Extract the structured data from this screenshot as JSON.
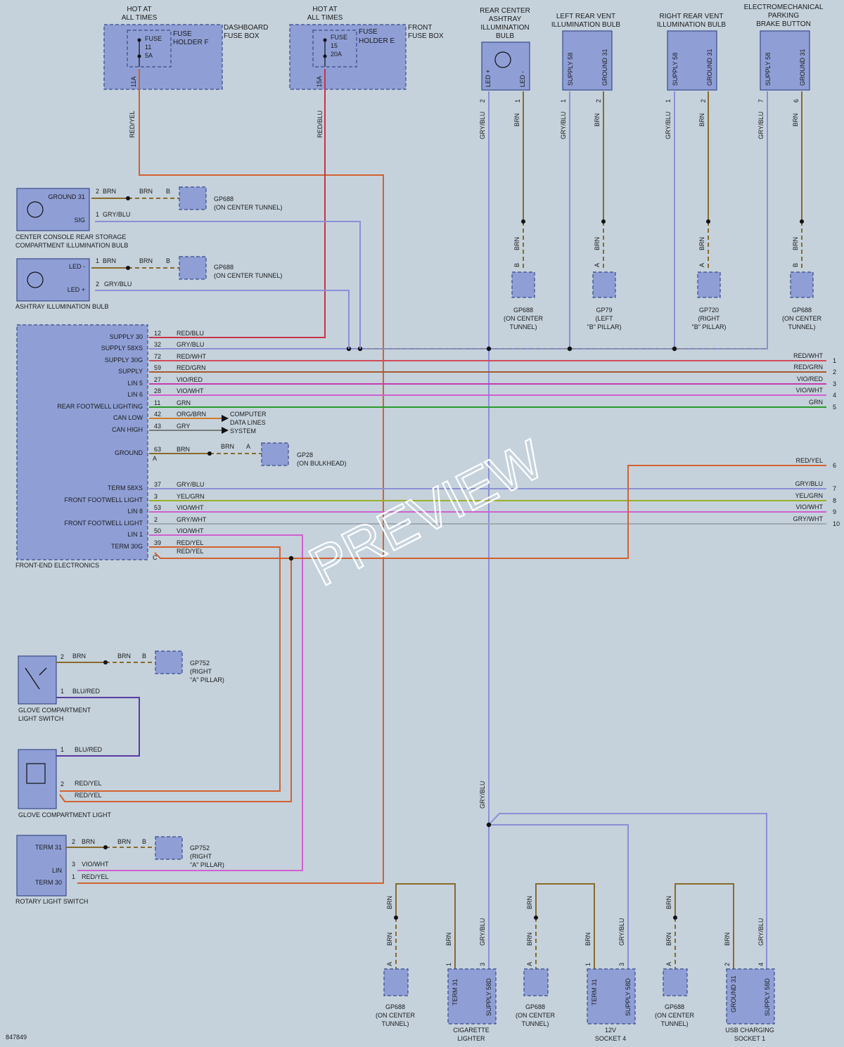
{
  "diagram_id": "847849",
  "watermark": "PREVIEW",
  "colors": {
    "background": "#c5d2dc",
    "component_fill": "#8f9fd6",
    "RED/YEL": "#d2622f",
    "RED/BLU": "#c8324a",
    "GRY/BLU": "#8b8fd6",
    "BRN": "#8a6a2a",
    "RED/WHT": "#d24a5a",
    "RED/GRN": "#a85a30",
    "VIO/RED": "#c63ab0",
    "VIO/WHT": "#d060d0",
    "GRN": "#2a9a2a",
    "ORG/BRN": "#d07a2a",
    "GRY": "#7a7a7a",
    "YEL/GRN": "#9ab02a",
    "GRY/WHT": "#a0a8b0",
    "BLU/RED": "#5a3aa0"
  },
  "top": {
    "hot1": [
      "HOT AT",
      "ALL TIMES"
    ],
    "fuse1": {
      "box": [
        "DASHBOARD",
        "FUSE BOX"
      ],
      "holder": [
        "FUSE",
        "HOLDER F"
      ],
      "fuse": [
        "FUSE",
        "11",
        "5A"
      ],
      "pin": "11A"
    },
    "hot2": [
      "HOT AT",
      "ALL TIMES"
    ],
    "fuse2": {
      "box": [
        "FRONT",
        "FUSE BOX"
      ],
      "holder": [
        "FUSE",
        "HOLDER E"
      ],
      "fuse": [
        "FUSE",
        "15",
        "20A"
      ],
      "pin": "15A"
    },
    "ashtray_bulb": {
      "title": [
        "REAR CENTER",
        "ASHTRAY",
        "ILLUMINATION",
        "BULB"
      ],
      "pins": [
        "LED +",
        "LED -"
      ],
      "nums": [
        "2",
        "1"
      ]
    },
    "left_vent": {
      "title": [
        "LEFT REAR VENT",
        "ILLUMINATION BULB"
      ],
      "pins": [
        "SUPPLY 58",
        "GROUND 31"
      ],
      "nums": [
        "1",
        "2"
      ]
    },
    "right_vent": {
      "title": [
        "RIGHT REAR VENT",
        "ILLUMINATION BULB"
      ],
      "pins": [
        "SUPPLY 58",
        "GROUND 31"
      ],
      "nums": [
        "1",
        "2"
      ]
    },
    "brake_button": {
      "title": [
        "ELECTROMECHANICAL",
        "PARKING",
        "BRAKE BUTTON"
      ],
      "pins": [
        "SUPPLY 58",
        "GROUND 31"
      ],
      "nums": [
        "7",
        "6"
      ]
    }
  },
  "wire_labels": {
    "red_yel": "RED/YEL",
    "red_blu": "RED/BLU",
    "gry_blu": "GRY/BLU",
    "brn": "BRN",
    "blu_red": "BLU/RED",
    "vio_wht": "VIO/WHT"
  },
  "grounds": {
    "gp688": [
      "GP688",
      "(ON CENTER TUNNEL)"
    ],
    "gp688v": [
      "GP688",
      "(ON CENTER",
      "TUNNEL)"
    ],
    "gp79": [
      "GP79",
      "(LEFT",
      "\"B\" PILLAR)"
    ],
    "gp720": [
      "GP720",
      "(RIGHT",
      "\"B\" PILLAR)"
    ],
    "gp28": [
      "GP28",
      "(ON BULKHEAD)"
    ],
    "gp752": [
      "GP752",
      "(RIGHT",
      "\"A\" PILLAR)"
    ]
  },
  "console_bulb": {
    "pins": [
      "GROUND 31",
      "SIG"
    ],
    "nums": [
      "2",
      "1"
    ],
    "title": [
      "CENTER CONSOLE REAR STORAGE",
      "COMPARTMENT ILLUMINATION BULB"
    ]
  },
  "ashtray_illum": {
    "pins": [
      "LED -",
      "LED +"
    ],
    "nums": [
      "1",
      "2"
    ],
    "title": "ASHTRAY ILLUMINATION BULB"
  },
  "fee": {
    "title": "FRONT-END ELECTRONICS",
    "rows": [
      {
        "pin": "SUPPLY 30",
        "num": "12",
        "wire": "RED/BLU"
      },
      {
        "pin": "SUPPLY 58XS",
        "num": "32",
        "wire": "GRY/BLU"
      },
      {
        "pin": "SUPPLY 30G",
        "num": "72",
        "wire": "RED/WHT"
      },
      {
        "pin": "SUPPLY",
        "num": "59",
        "wire": "RED/GRN"
      },
      {
        "pin": "LIN 5",
        "num": "27",
        "wire": "VIO/RED"
      },
      {
        "pin": "LIN 6",
        "num": "28",
        "wire": "VIO/WHT"
      },
      {
        "pin": "REAR FOOTWELL LIGHTING",
        "num": "11",
        "wire": "GRN"
      },
      {
        "pin": "CAN LOW",
        "num": "42",
        "wire": "ORG/BRN"
      },
      {
        "pin": "CAN HIGH",
        "num": "43",
        "wire": "GRY"
      },
      {
        "pin": "GROUND",
        "num": "63",
        "wire": "BRN"
      },
      {
        "pin": "TERM 58XS",
        "num": "37",
        "wire": "GRY/BLU"
      },
      {
        "pin": "FRONT FOOTWELL LIGHT",
        "num": "3",
        "wire": "YEL/GRN"
      },
      {
        "pin": "LIN 8",
        "num": "53",
        "wire": "VIO/WHT"
      },
      {
        "pin": "FRONT FOOTWELL LIGHT",
        "num": "2",
        "wire": "GRY/WHT"
      },
      {
        "pin": "LIN 1",
        "num": "50",
        "wire": "VIO/WHT"
      },
      {
        "pin": "TERM 30G",
        "num": "39",
        "wire": "RED/YEL"
      },
      {
        "pin": "",
        "num": "C",
        "wire": "RED/YEL"
      }
    ],
    "extra": {
      "a": "A",
      "c": "C"
    },
    "can_dest": [
      "COMPUTER",
      "DATA LINES",
      "SYSTEM"
    ]
  },
  "right_edge": [
    {
      "wire": "RED/WHT",
      "num": "1"
    },
    {
      "wire": "RED/GRN",
      "num": "2"
    },
    {
      "wire": "VIO/RED",
      "num": "3"
    },
    {
      "wire": "VIO/WHT",
      "num": "4"
    },
    {
      "wire": "GRN",
      "num": "5"
    },
    {
      "wire": "RED/YEL",
      "num": "6"
    },
    {
      "wire": "GRY/BLU",
      "num": "7"
    },
    {
      "wire": "YEL/GRN",
      "num": "8"
    },
    {
      "wire": "VIO/WHT",
      "num": "9"
    },
    {
      "wire": "GRY/WHT",
      "num": "10"
    }
  ],
  "glove_switch": {
    "title": [
      "GLOVE COMPARTMENT",
      "LIGHT SWITCH"
    ],
    "nums": [
      "2",
      "1"
    ]
  },
  "glove_light": {
    "title": "GLOVE COMPARTMENT LIGHT",
    "nums": [
      "1",
      "2"
    ]
  },
  "rotary": {
    "title": "ROTARY LIGHT SWITCH",
    "pins": [
      "TERM 31",
      "LIN",
      "TERM 30"
    ],
    "nums": [
      "2",
      "3",
      "1"
    ]
  },
  "bottom": {
    "cig": {
      "title": [
        "CIGARETTE",
        "LIGHTER"
      ],
      "pins": [
        "TERM 31",
        "SUPPLY 58D"
      ],
      "nums": [
        "1",
        "3"
      ]
    },
    "socket4": {
      "title": [
        "12V",
        "SOCKET 4"
      ],
      "pins": [
        "TERM 31",
        "SUPPLY 58D"
      ],
      "nums": [
        "1",
        "3"
      ]
    },
    "usb": {
      "title": [
        "USB CHARGING",
        "SOCKET 1"
      ],
      "pins": [
        "GROUND 31",
        "SUPPLY 58D"
      ],
      "nums": [
        "2",
        "4"
      ]
    }
  },
  "letters": {
    "a": "A",
    "b": "B"
  }
}
